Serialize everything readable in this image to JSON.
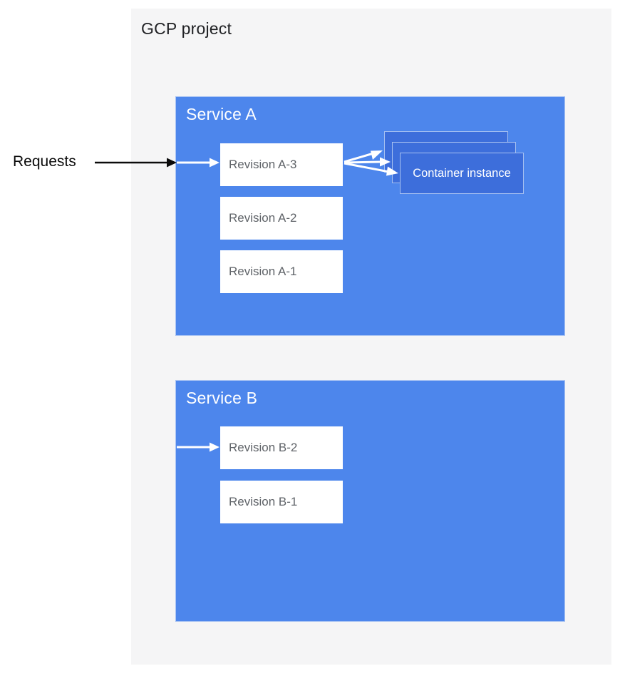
{
  "gcp_project": {
    "title": "GCP project"
  },
  "requests_label": "Requests",
  "services": [
    {
      "name": "Service A",
      "revisions": [
        "Revision A-3",
        "Revision A-2",
        "Revision A-1"
      ]
    },
    {
      "name": "Service B",
      "revisions": [
        "Revision B-2",
        "Revision B-1"
      ]
    }
  ],
  "container_stack": {
    "label": "Container instance",
    "count": 3
  },
  "colors": {
    "gcp_bg": "#f5f5f6",
    "service_blue": "#4d86ec",
    "service_border": "#a9c3f3",
    "container_blue": "#3d6edb",
    "container_border": "#a6c0f0",
    "revision_text": "#5f6368",
    "title_text": "#202124",
    "arrow_black": "#0b0b0b",
    "arrow_white": "#ffffff"
  }
}
